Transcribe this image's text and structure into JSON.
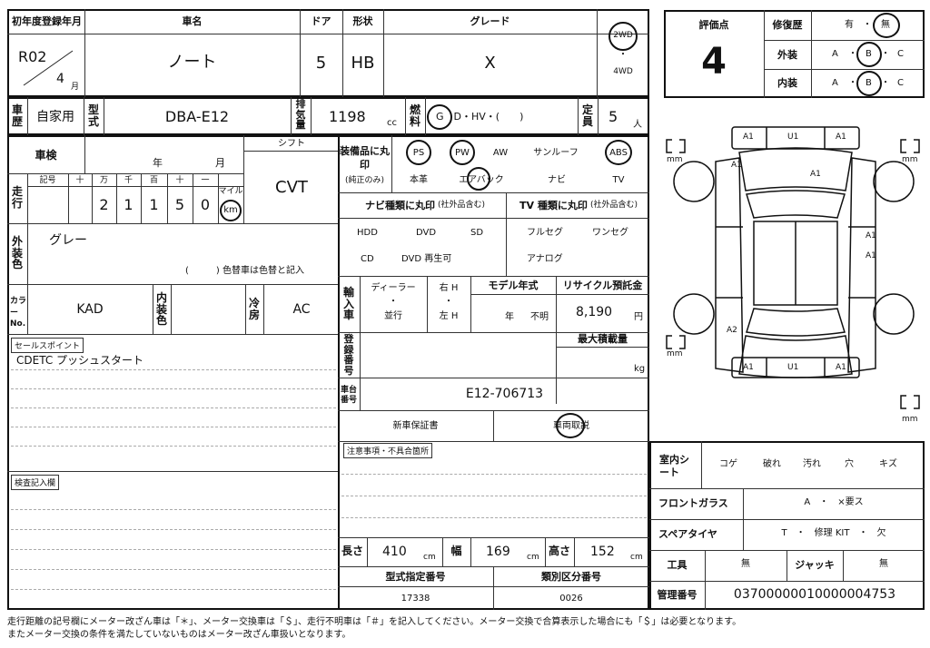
{
  "header": {
    "first_reg_label": "初年度登録年月",
    "first_reg_era": "R02",
    "first_reg_month": "4",
    "month_unit": "月",
    "car_name_label": "車名",
    "car_name": "ノート",
    "doors_label": "ドア",
    "doors": "5",
    "shape_label": "形状",
    "shape": "HB",
    "grade_label": "グレード",
    "grade": "X",
    "drive_2wd": "2WD",
    "drive_dot": "・",
    "drive_4wd": "4WD"
  },
  "row2": {
    "usage_label": "車歴",
    "usage": "自家用",
    "model_label": "型式",
    "model": "DBA-E12",
    "displacement_label": "排気量",
    "displacement": "1198",
    "displacement_unit": "cc",
    "fuel_label": "燃料",
    "fuel_options": "G　D・HV・(　　)",
    "capacity_label": "定員",
    "capacity": "5",
    "capacity_unit": "人"
  },
  "inspection": {
    "label": "車検",
    "year_unit": "年",
    "month_unit": "月",
    "shift_label": "シフト",
    "shift": "CVT"
  },
  "mileage": {
    "label": "走行",
    "digit_headers": [
      "記号",
      "十",
      "万",
      "千",
      "百",
      "十",
      "一"
    ],
    "digits": [
      "",
      "",
      "2",
      "1",
      "1",
      "5",
      "0"
    ],
    "mile_label": "マイル",
    "km_label": "km"
  },
  "exterior_color": {
    "label": "外装色",
    "value": "グレー",
    "note": "(　　　) 色替車は色替と記入"
  },
  "color_row": {
    "color_no_label": "カラーNo.",
    "color_no": "KAD",
    "interior_label": "内装色",
    "interior": "",
    "ac_label": "冷房",
    "ac": "AC"
  },
  "sales_point": {
    "label": "セールスポイント",
    "text": "CDETC プッシュスタート"
  },
  "inspector": {
    "label": "検査記入欄"
  },
  "equipment": {
    "label": "装備品に丸印",
    "sublabel": "(純正のみ)",
    "items_row1": [
      "PS",
      "PW",
      "AW",
      "サンルーフ",
      "ABS"
    ],
    "items_row2": [
      "本革",
      "エアバック",
      "ナビ",
      "TV"
    ]
  },
  "navi": {
    "label": "ナビ種類に丸印",
    "sub": "(社外品含む)",
    "items_row1": [
      "HDD",
      "DVD",
      "SD"
    ],
    "items_row2": [
      "CD",
      "DVD 再生可"
    ]
  },
  "tv": {
    "label": "TV 種類に丸印",
    "sub": "(社外品含む)",
    "items_row1": [
      "フルセグ",
      "ワンセグ"
    ],
    "items_row2": [
      "アナログ"
    ]
  },
  "import": {
    "label": "輸入車",
    "dealer": "ディーラー",
    "dot": "・",
    "parallel": "並行",
    "right": "右 H",
    "left": "左 H",
    "model_year_label": "モデル年式",
    "model_year_unit": "年",
    "model_year_unknown": "不明",
    "recycle_label": "リサイクル預託金",
    "recycle": "8,190",
    "recycle_unit": "円"
  },
  "registration": {
    "label": "登録番号",
    "max_load_label": "最大積載量",
    "max_load_unit": "kg"
  },
  "chassis": {
    "label": "車台番号",
    "value": "E12-706713"
  },
  "docs": {
    "warranty": "新車保証書",
    "manual": "車両取説"
  },
  "notes": {
    "label": "注意事項・不具合箇所"
  },
  "dimensions": {
    "length_label": "長さ",
    "length": "410",
    "width_label": "幅",
    "width": "169",
    "height_label": "高さ",
    "height": "152",
    "unit": "cm"
  },
  "type_numbers": {
    "type_label": "型式指定番号",
    "type_value": "17338",
    "class_label": "類別区分番号",
    "class_value": "0026"
  },
  "score": {
    "label": "評価点",
    "value": "4",
    "repair_label": "修復歴",
    "repair_options": "有　・　無",
    "exterior_label": "外装",
    "interior_label": "内装",
    "grade_options": [
      "A",
      "・",
      "B",
      "・",
      "C"
    ]
  },
  "diagram": {
    "labels": [
      "A1",
      "U1",
      "A1",
      "A1",
      "A1",
      "A1",
      "A1",
      "A2",
      "A1",
      "U1",
      "A1"
    ],
    "mm": "mm"
  },
  "interior_sheet": {
    "label": "室内シート",
    "items": [
      "コゲ",
      "破れ",
      "汚れ",
      "穴",
      "キズ"
    ]
  },
  "windshield": {
    "label": "フロントガラス",
    "value": "A　・　×要ス"
  },
  "spare": {
    "label": "スペアタイヤ",
    "value": "T　・　修理 KIT　・　欠"
  },
  "tools": {
    "label": "工具",
    "value": "無",
    "jack_label": "ジャッキ",
    "jack_value": "無"
  },
  "mgmt": {
    "label": "管理番号",
    "value": "03700000010000004753"
  },
  "footer": {
    "line1": "走行距離の記号欄にメーター改ざん車は「＊」、メーター交換車は「＄」、走行不明車は「＃」を記入してください。メーター交換で合算表示した場合にも「＄」は必要となります。",
    "line2": "またメーター交換の条件を満たしていないものはメーター改ざん車扱いとなります。"
  }
}
